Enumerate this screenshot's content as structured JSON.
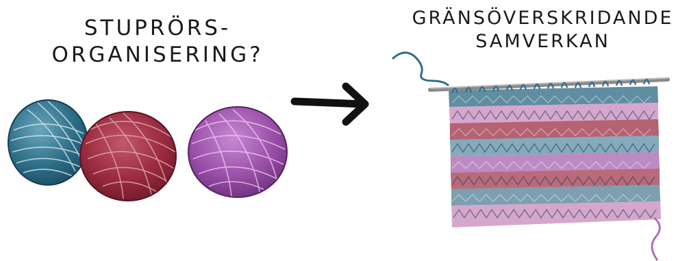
{
  "left_caption": {
    "line1": "STUPRÖRS-",
    "line2": "ORGANISERING?"
  },
  "right_caption": {
    "line1": "GRÄNSÖVERSKRIDANDE",
    "line2": "SAMVERKAN"
  },
  "colors": {
    "teal": "#2f6f88",
    "teal_dark": "#1d4f66",
    "red": "#9a2a3e",
    "red_dark": "#6e1a2a",
    "purple": "#9a4fa8",
    "purple_dark": "#6d2f7c",
    "pink": "#c98bbf",
    "needle": "#8a8a8a",
    "arrow": "#111111"
  },
  "icons": [
    "yarn-ball-teal-icon",
    "yarn-ball-red-icon",
    "yarn-ball-purple-icon",
    "right-arrow-icon",
    "knitted-fabric-icon",
    "knitting-needle-icon"
  ]
}
